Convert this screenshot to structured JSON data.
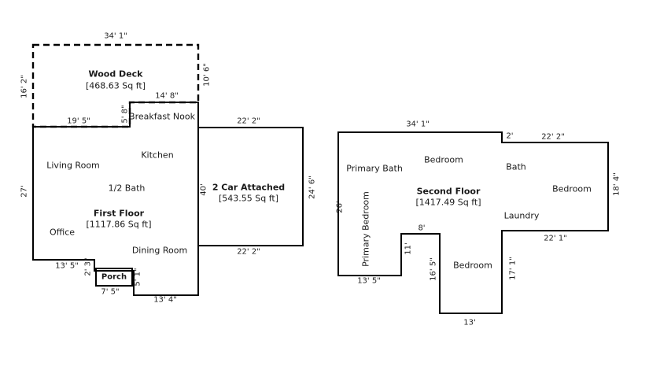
{
  "first_floor": {
    "rooms": {
      "wood_deck": "Wood Deck",
      "wood_deck_area": "[468.63 Sq ft]",
      "breakfast_nook": "Breakfast Nook",
      "kitchen": "Kitchen",
      "living_room": "Living Room",
      "half_bath": "1/2 Bath",
      "title": "First Floor",
      "area": "[1117.86 Sq ft]",
      "office": "Office",
      "dining_room": "Dining Room",
      "porch": "Porch",
      "garage": "2 Car Attached",
      "garage_area": "[543.55 Sq ft]"
    },
    "dims": {
      "deck_top": "34' 1\"",
      "deck_left": "16' 2\"",
      "deck_right": "10' 6\"",
      "nook_top": "14' 8\"",
      "nook_left": "5' 8\"",
      "deck_bottom": "19' 5\"",
      "left_side": "27'",
      "right_wall": "40'",
      "garage_top": "22' 2\"",
      "garage_right": "24' 6\"",
      "garage_bottom": "22' 2\"",
      "bottom_left": "13' 5\"",
      "porch_step": "2' 3\"",
      "porch_right": "5' 1\"",
      "porch_bottom": "7' 5\"",
      "bottom_right": "13' 4\""
    }
  },
  "second_floor": {
    "rooms": {
      "primary_bath": "Primary Bath",
      "bedroom_top": "Bedroom",
      "bath": "Bath",
      "bedroom_right": "Bedroom",
      "title": "Second Floor",
      "area": "[1417.49 Sq ft]",
      "laundry": "Laundry",
      "primary_bedroom": "Primary Bedroom",
      "bedroom_bottom": "Bedroom"
    },
    "dims": {
      "top": "34' 1\"",
      "step": "2'",
      "top_right": "22' 2\"",
      "right_side": "18' 4\"",
      "right_mid": "22' 1\"",
      "mid_wall": "17' 1\"",
      "bottom": "13'",
      "notch_right": "16' 5\"",
      "notch_left": "11'",
      "notch_top": "8'",
      "left_side": "26'",
      "bottom_left": "13' 5\""
    }
  }
}
